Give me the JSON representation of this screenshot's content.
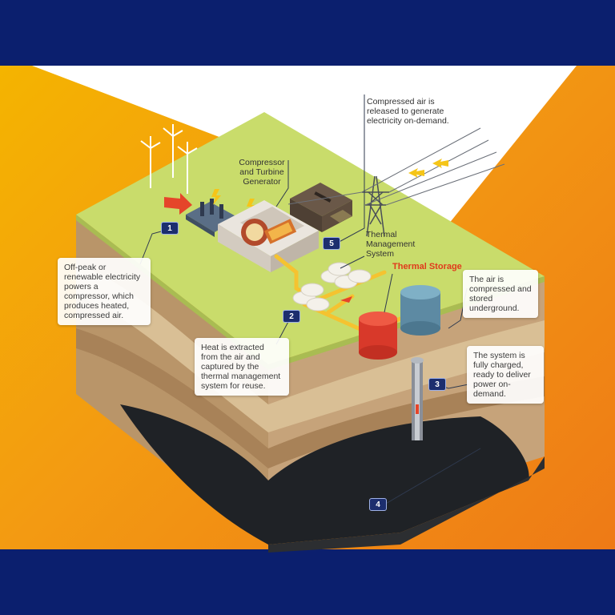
{
  "steps": [
    {
      "number": "1",
      "text": "Off-peak or renewable electricity powers a compressor, which produces heated, compressed air."
    },
    {
      "number": "2",
      "text": "Heat is extracted from the air and captured by the thermal management system for reuse."
    },
    {
      "number": "3",
      "text": "The system is fully charged, ready to deliver power on- demand."
    },
    {
      "number": "4",
      "text": ""
    },
    {
      "number": "5",
      "text": "Compressed air is released to generate electricity on-demand."
    }
  ],
  "labels": {
    "compressor": "Compressor and Turbine Generator",
    "thermal_management": "Thermal Management System",
    "thermal_storage": "Thermal Storage",
    "air_stored": "The air is compressed and stored underground."
  },
  "colors": {
    "frame": "#0b1f6e",
    "background_start": "#f4b400",
    "background_end": "#ee7a16",
    "ground_top": "#c9dc6b",
    "thermal_storage_label": "#e03a1c",
    "badge": "#1c2e6e"
  }
}
